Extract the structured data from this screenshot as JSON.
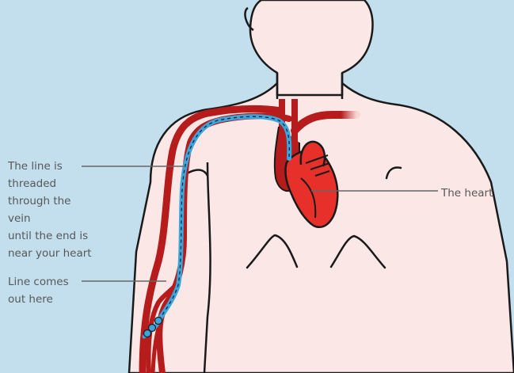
{
  "annotations": {
    "line_threaded": "The line is\nthreaded\nthrough the vein\nuntil the end is\nnear your heart",
    "line_comes_out": "Line comes\nout here",
    "heart": "The heart"
  },
  "colors": {
    "background": "#c3dfee",
    "skin": "#fbe8e6",
    "outline": "#1a1a1a",
    "vein": "#b71c1c",
    "heart": "#e8302a",
    "catheter": "#3aa6dd",
    "leader_line": "#666666"
  }
}
